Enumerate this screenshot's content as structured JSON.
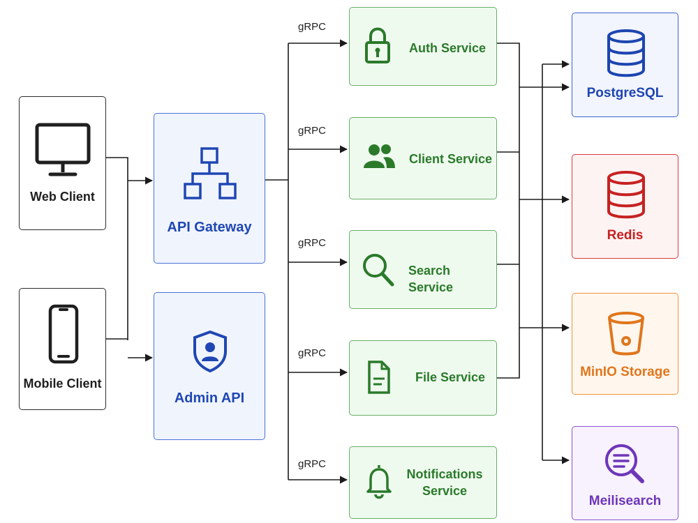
{
  "clients": {
    "web": {
      "label": "Web Client",
      "icon": "monitor-icon"
    },
    "mobile": {
      "label": "Mobile Client",
      "icon": "smartphone-icon"
    }
  },
  "gateways": {
    "api": {
      "label": "API Gateway",
      "icon": "hierarchy-icon"
    },
    "admin": {
      "label": "Admin API",
      "icon": "shield-user-icon"
    }
  },
  "services": [
    {
      "label": "Auth Service",
      "icon": "lock-icon",
      "protocol": "gRPC"
    },
    {
      "label": "Client Service",
      "icon": "users-icon",
      "protocol": "gRPC"
    },
    {
      "label": "Search Service",
      "icon": "search-icon",
      "protocol": "gRPC"
    },
    {
      "label": "File Service",
      "icon": "file-icon",
      "protocol": "gRPC"
    },
    {
      "label": "Notifications\nService",
      "icon": "bell-icon",
      "protocol": "gRPC"
    }
  ],
  "stores": {
    "postgres": {
      "label": "PostgreSQL",
      "icon": "database-icon",
      "color": "#1d45b0"
    },
    "redis": {
      "label": "Redis",
      "icon": "database-icon",
      "color": "#c62121"
    },
    "minio": {
      "label": "MinIO Storage",
      "icon": "bucket-icon",
      "color": "#e0761c"
    },
    "meili": {
      "label": "Meilisearch",
      "icon": "search-doc-icon",
      "color": "#6e35b8"
    }
  },
  "colors": {
    "service_green": "#2a7a2a",
    "gateway_blue": "#1f47b3",
    "line": "#1a1a1a"
  }
}
